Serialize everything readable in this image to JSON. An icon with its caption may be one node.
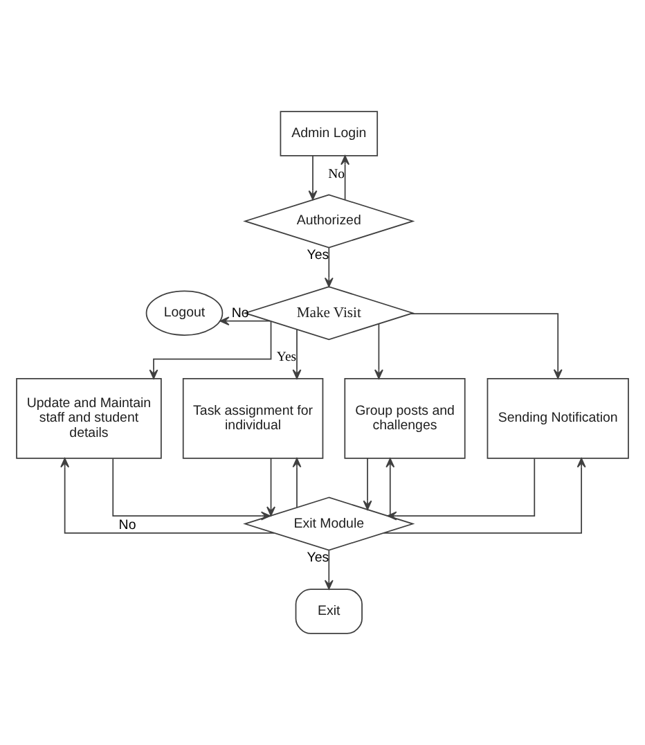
{
  "diagram": {
    "nodes": [
      {
        "text": [
          "Admin Login"
        ]
      },
      {
        "text": [
          "Authorized"
        ]
      },
      {
        "text": [
          "Logout"
        ]
      },
      {
        "text": [
          "Make Visit"
        ]
      },
      {
        "text": [
          "Update and Maintain staff and student details"
        ]
      },
      {
        "text": [
          "Task assignment for individual"
        ]
      },
      {
        "text": [
          "Group posts and challenges"
        ]
      },
      {
        "text": [
          "Sending Notification"
        ]
      },
      {
        "text": [
          "Exit Module"
        ]
      },
      {
        "text": [
          "Exit"
        ]
      }
    ],
    "edges": [
      {
        "from": 0,
        "to": 1,
        "arrow": "to"
      },
      {
        "from": 1,
        "to": 0,
        "arrow": "to",
        "label": "No"
      },
      {
        "from": 1,
        "to": 3,
        "arrow": "to",
        "label": "Yes"
      },
      {
        "from": 3,
        "to": 2,
        "arrow": "to",
        "label": "No"
      },
      {
        "from": 3,
        "to": 4,
        "arrow": "to"
      },
      {
        "from": 3,
        "to": 5,
        "arrow": "to",
        "label": "Yes"
      },
      {
        "from": 3,
        "to": 6,
        "arrow": "to"
      },
      {
        "from": 3,
        "to": 7,
        "arrow": "to"
      },
      {
        "from": 4,
        "to": 8,
        "arrow": "to"
      },
      {
        "from": 5,
        "to": 8,
        "arrow": "to"
      },
      {
        "from": 6,
        "to": 8,
        "arrow": "to"
      },
      {
        "from": 7,
        "to": 8,
        "arrow": "to"
      },
      {
        "from": 8,
        "to": 4,
        "arrow": "to",
        "label": "No"
      },
      {
        "from": 8,
        "to": 5,
        "arrow": "to"
      },
      {
        "from": 8,
        "to": 6,
        "arrow": "to"
      },
      {
        "from": 8,
        "to": 7,
        "arrow": "to"
      },
      {
        "from": 8,
        "to": 9,
        "arrow": "to",
        "label": "Yes"
      }
    ]
  }
}
